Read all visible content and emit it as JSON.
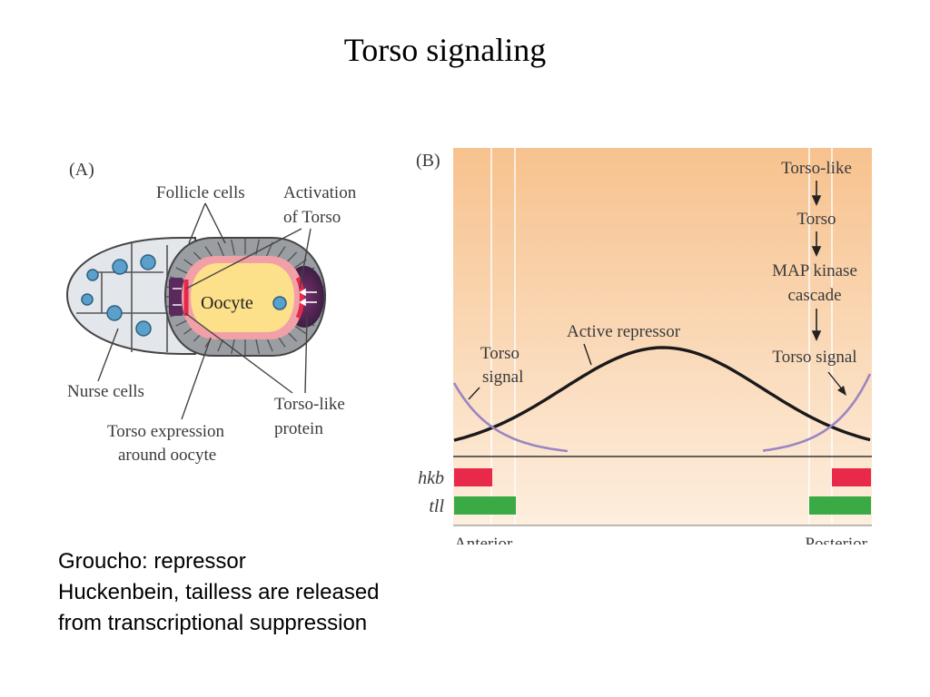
{
  "title": "Torso signaling",
  "panel_a": {
    "letter": "(A)",
    "follicle_cells": "Follicle cells",
    "activation_line1": "Activation",
    "activation_line2": "of Torso",
    "oocyte": "Oocyte",
    "nurse_cells": "Nurse cells",
    "torso_expression_line1": "Torso expression",
    "torso_expression_line2": "around oocyte",
    "torso_like_line1": "Torso-like",
    "torso_like_line2": "protein"
  },
  "panel_b": {
    "letter": "(B)",
    "pathway": [
      "Torso-like",
      "Torso",
      "MAP kinase",
      "cascade"
    ],
    "torso_signal_right": "Torso signal",
    "torso_signal_left_line1": "Torso",
    "torso_signal_left_line2": "signal",
    "active_repressor": "Active repressor",
    "hkb": "hkb",
    "tll": "tll",
    "anterior": "Anterior",
    "posterior": "Posterior"
  },
  "colors": {
    "hkb_bar": "#e8294a",
    "tll_bar": "#3aaa45",
    "torso_signal_curve": "#9b86c2",
    "repressor_curve": "#1a1a1a",
    "oocyte_fill": "#fde08a",
    "nurse_nucleus": "#5aa0cc",
    "activation_band": "#5a2a5c"
  },
  "caption": {
    "line1": "Groucho: repressor",
    "line2": "Huckenbein, tailless are released",
    "line3": "from transcriptional suppression"
  }
}
